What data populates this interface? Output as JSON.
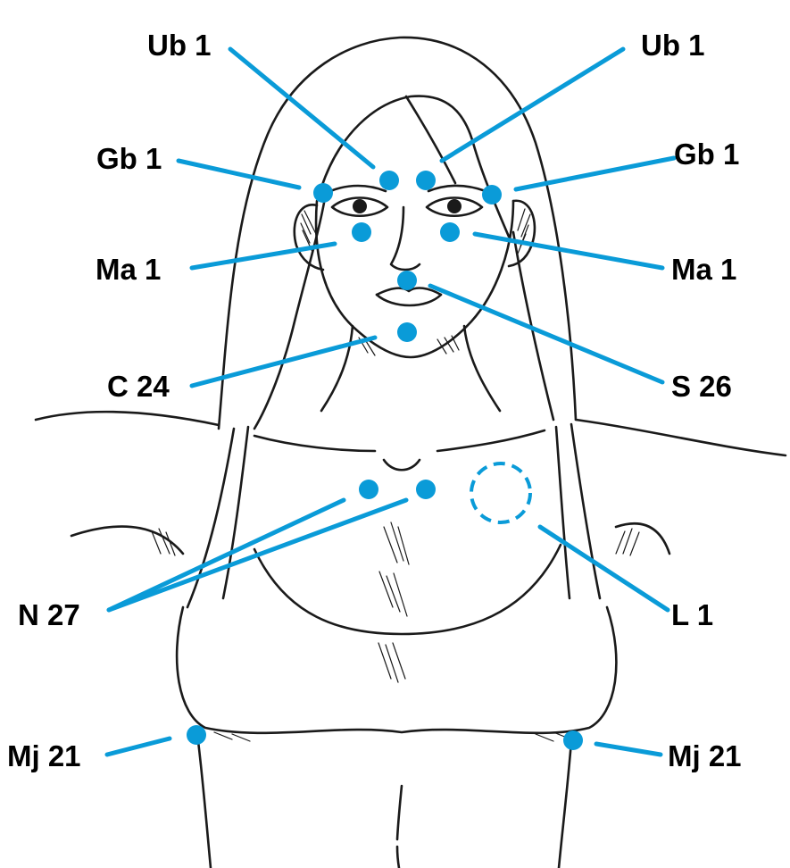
{
  "colors": {
    "point": "#0a9bd8",
    "ink": "#1a1a1a",
    "label": "#000000"
  },
  "figure": "front-view female torso line drawing",
  "points": [
    {
      "id": "ub1-left",
      "label": "Ub 1"
    },
    {
      "id": "ub1-right",
      "label": "Ub 1"
    },
    {
      "id": "gb1-left",
      "label": "Gb 1"
    },
    {
      "id": "gb1-right",
      "label": "Gb 1"
    },
    {
      "id": "ma1-left",
      "label": "Ma 1"
    },
    {
      "id": "ma1-right",
      "label": "Ma 1"
    },
    {
      "id": "c24",
      "label": "C 24"
    },
    {
      "id": "s26",
      "label": "S 26"
    },
    {
      "id": "n27",
      "label": "N 27"
    },
    {
      "id": "l1",
      "label": "L 1"
    },
    {
      "id": "mj21-left",
      "label": "Mj 21"
    },
    {
      "id": "mj21-right",
      "label": "Mj 21"
    }
  ]
}
